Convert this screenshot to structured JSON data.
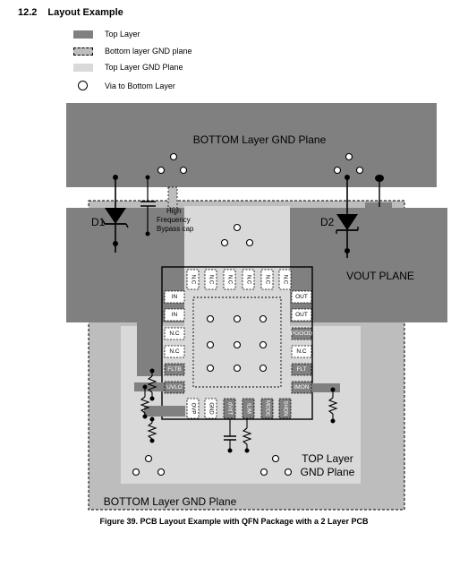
{
  "heading": {
    "number": "12.2",
    "title": "Layout Example"
  },
  "legend": [
    {
      "id": "top-layer",
      "label": "Top Layer"
    },
    {
      "id": "bottom-gnd",
      "label": "Bottom layer GND plane"
    },
    {
      "id": "top-gnd",
      "label": "Top Layer GND Plane"
    },
    {
      "id": "via",
      "label": "Via to Bottom Layer"
    }
  ],
  "diagram": {
    "bottom_plane_top_label": "BOTTOM Layer GND Plane",
    "bottom_plane_bottom_label": "BOTTOM Layer GND Plane",
    "vout_plane_label": "VOUT PLANE",
    "top_gnd_plane_label": [
      "TOP Layer",
      "GND Plane"
    ],
    "d1_label": "D1",
    "d2_label": "D2",
    "bypass_cap_label": [
      "High",
      "Frequency",
      "Bypass cap"
    ],
    "pins_top": [
      "N.C",
      "N.C",
      "N.C",
      "N.C",
      "N.C",
      "N.C"
    ],
    "pins_left": [
      "IN",
      "IN",
      "N.C",
      "N.C",
      "FLTB",
      "UVLO"
    ],
    "pins_right": [
      "OUT",
      "OUT",
      "PGOOD",
      "N.C",
      "FLT",
      "IMON"
    ],
    "pins_bottom": [
      "OVP",
      "GND",
      "dVdT",
      "ILIM",
      "MODE",
      "SHDN"
    ]
  },
  "caption": "Figure 39.  PCB Layout Example with QFN Package with a 2 Layer PCB"
}
